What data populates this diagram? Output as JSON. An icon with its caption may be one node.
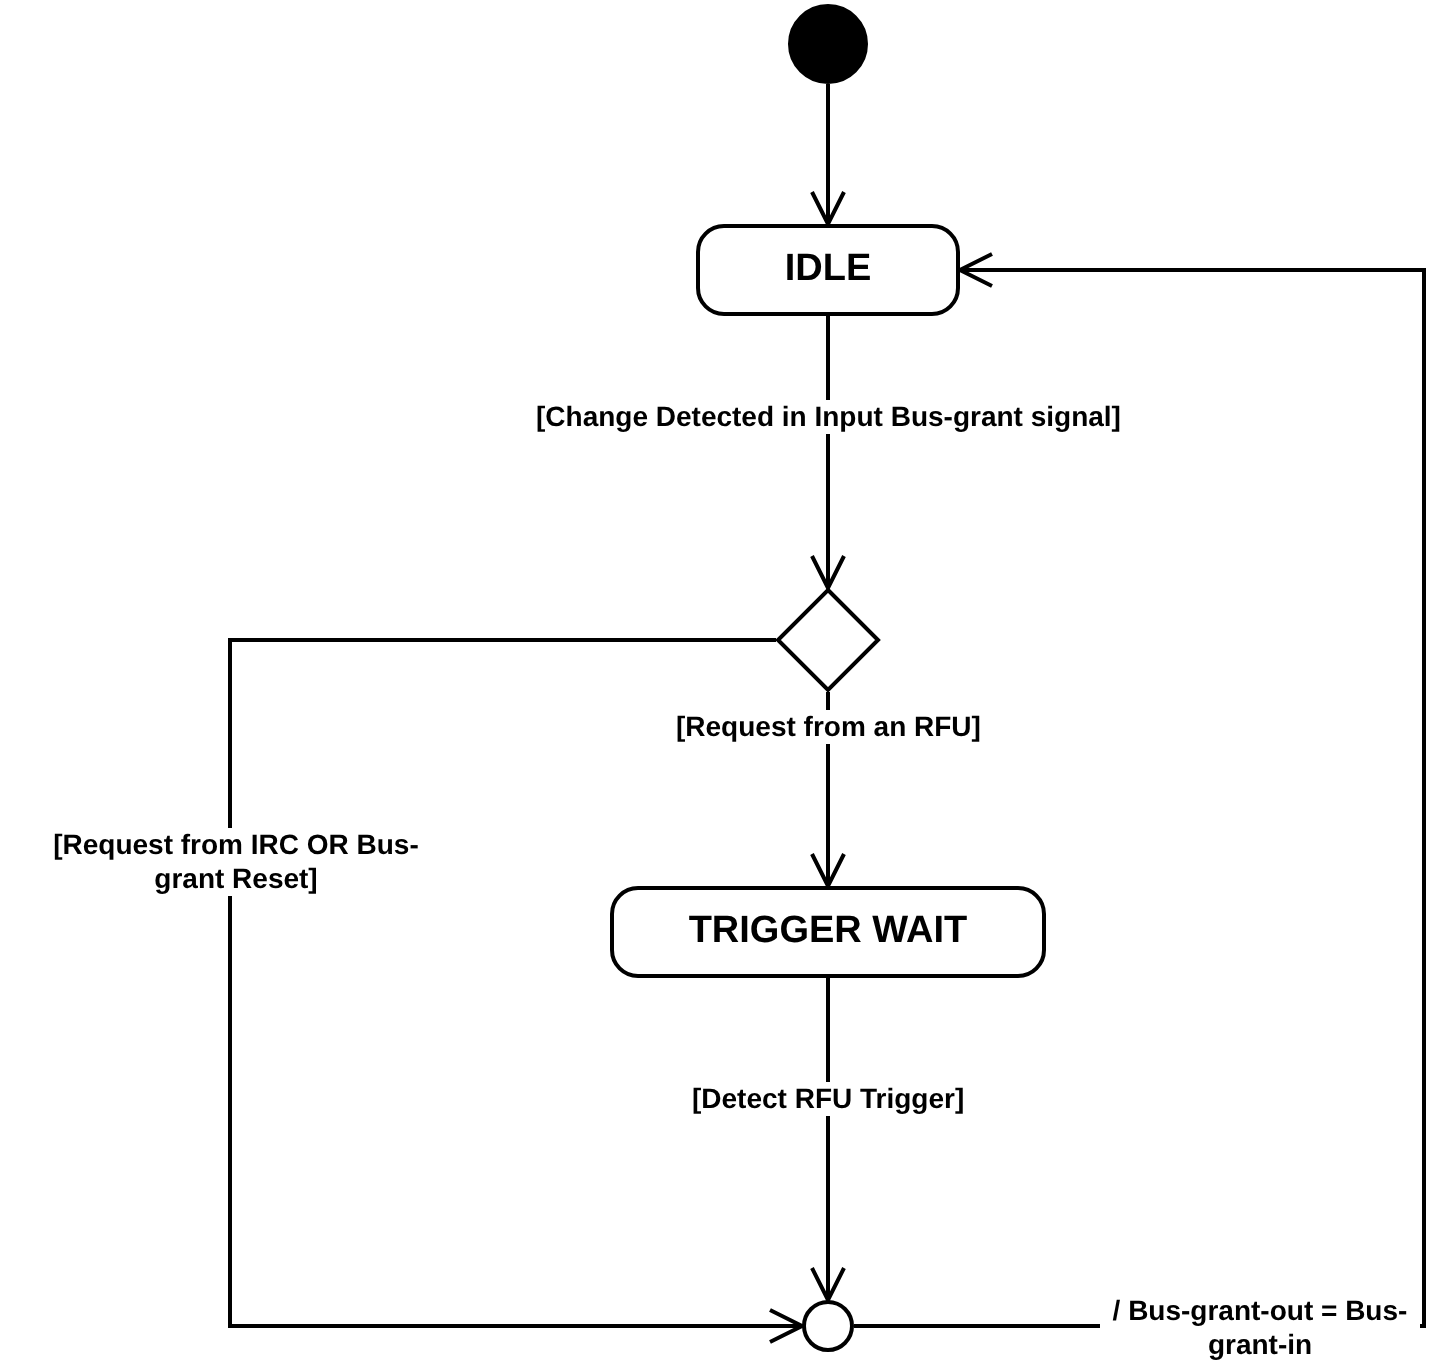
{
  "diagram": {
    "nodes": [
      {
        "text": [],
        "shape": "circle"
      },
      {
        "text": [
          "IDLE"
        ]
      },
      {
        "text": [],
        "shape": "diamond"
      },
      {
        "text": [
          "TRIGGER WAIT"
        ]
      },
      {
        "text": [],
        "shape": "circle"
      }
    ],
    "edges": [
      {
        "from": 0,
        "to": 1,
        "arrow": "to"
      },
      {
        "from": 1,
        "to": 2,
        "arrow": "to",
        "label": "[Change Detected in Input Bus-grant signal]"
      },
      {
        "from": 2,
        "to": 3,
        "arrow": "to",
        "label": "[Request from an RFU]"
      },
      {
        "from": 2,
        "to": 4,
        "arrow": "to",
        "label": "[Request from IRC OR Bus-grant Reset]"
      },
      {
        "from": 3,
        "to": 4,
        "arrow": "to",
        "label": "[Detect RFU Trigger]"
      },
      {
        "from": 4,
        "to": 1,
        "arrow": "to",
        "label": "/ Bus-grant-out = Bus-grant-in"
      }
    ]
  }
}
